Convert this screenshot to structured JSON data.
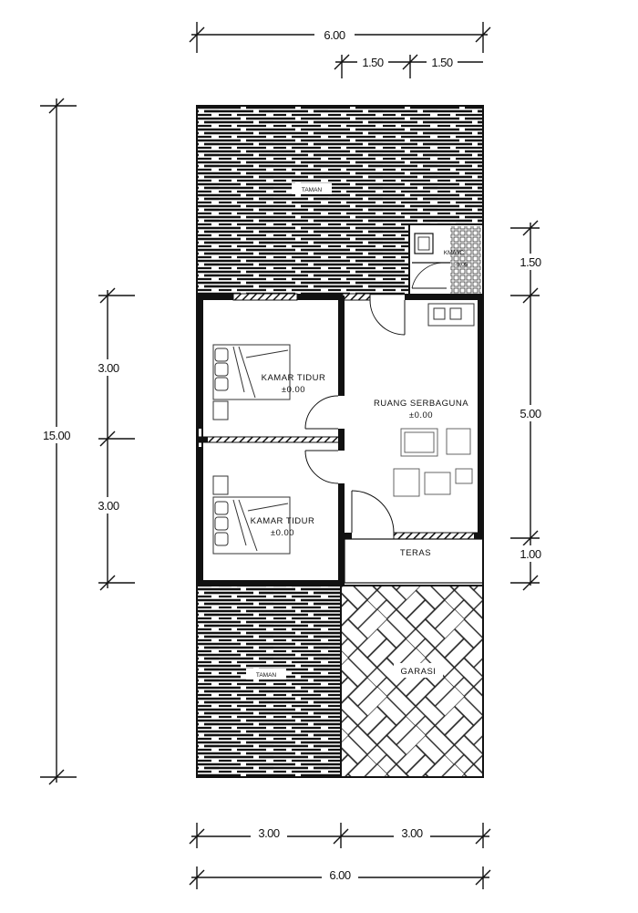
{
  "dimensions": {
    "top_total": "6.00",
    "top_sub_left": "1.50",
    "top_sub_right": "1.50",
    "left_total": "15.00",
    "left_upper": "3.00",
    "left_lower": "3.00",
    "right_upper": "1.50",
    "right_middle": "5.00",
    "right_lower": "1.00",
    "bottom_left": "3.00",
    "bottom_right": "3.00",
    "bottom_total": "6.00"
  },
  "rooms": {
    "taman_top": "TAMAN",
    "taman_bottom": "TAMAN",
    "kamar_tidur_1": {
      "name": "KAMAR TIDUR",
      "level": "±0.00"
    },
    "kamar_tidur_2": {
      "name": "KAMAR TIDUR",
      "level": "±0.00"
    },
    "ruang_serbaguna": {
      "name": "RUANG SERBAGUNA",
      "level": "±0.00"
    },
    "kamar_mandi": {
      "name": "KM/WC",
      "level": "-0.05"
    },
    "teras": "TERAS",
    "garasi": "GARASI"
  }
}
